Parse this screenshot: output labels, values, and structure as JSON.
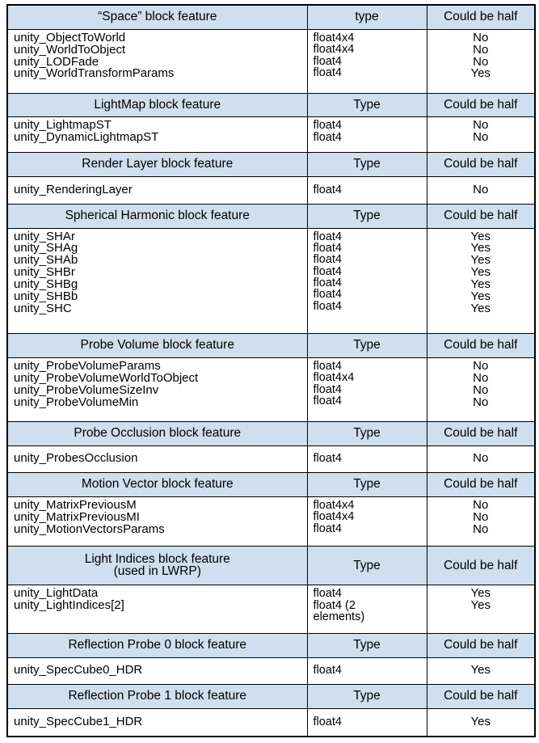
{
  "table": {
    "columns": [
      "\"Space\" block feature",
      "type",
      "Could be half"
    ],
    "sections": [
      {
        "header": {
          "name": "“Space” block feature",
          "type": "type",
          "half": "Could be half"
        },
        "rows": [
          {
            "name": "unity_ObjectToWorld",
            "type": "float4x4",
            "half": "No"
          },
          {
            "name": "unity_WorldToObject",
            "type": "float4x4",
            "half": "No"
          },
          {
            "name": "unity_LODFade",
            "type": "float4",
            "half": "No"
          },
          {
            "name": "unity_WorldTransformParams",
            "type": "float4",
            "half": "Yes"
          }
        ]
      },
      {
        "header": {
          "name": "LightMap block feature",
          "type": "Type",
          "half": "Could be half"
        },
        "rows": [
          {
            "name": "unity_LightmapST",
            "type": "float4",
            "half": "No"
          },
          {
            "name": "unity_DynamicLightmapST",
            "type": "float4",
            "half": "No"
          }
        ]
      },
      {
        "header": {
          "name": "Render Layer block feature",
          "type": "Type",
          "half": "Could be half"
        },
        "rows": [
          {
            "name": "unity_RenderingLayer",
            "type": "float4",
            "half": "No"
          }
        ]
      },
      {
        "header": {
          "name": "Spherical Harmonic block feature",
          "type": "Type",
          "half": "Could be half"
        },
        "rows": [
          {
            "name": "unity_SHAr",
            "type": "float4",
            "half": "Yes"
          },
          {
            "name": "unity_SHAg",
            "type": "float4",
            "half": "Yes"
          },
          {
            "name": "unity_SHAb",
            "type": "float4",
            "half": "Yes"
          },
          {
            "name": "unity_SHBr",
            "type": "float4",
            "half": "Yes"
          },
          {
            "name": "unity_SHBg",
            "type": "float4",
            "half": "Yes"
          },
          {
            "name": "unity_SHBb",
            "type": "float4",
            "half": "Yes"
          },
          {
            "name": "unity_SHC",
            "type": "float4",
            "half": "Yes"
          }
        ]
      },
      {
        "header": {
          "name": "Probe Volume block feature",
          "type": "Type",
          "half": "Could be half"
        },
        "rows": [
          {
            "name": "unity_ProbeVolumeParams",
            "type": "float4",
            "half": "No"
          },
          {
            "name": "unity_ProbeVolumeWorldToObject",
            "type": "float4x4",
            "half": "No"
          },
          {
            "name": "unity_ProbeVolumeSizeInv",
            "type": "float4",
            "half": "No"
          },
          {
            "name": "unity_ProbeVolumeMin",
            "type": "float4",
            "half": "No"
          }
        ]
      },
      {
        "header": {
          "name": "Probe Occlusion block feature",
          "type": "Type",
          "half": "Could be half"
        },
        "rows": [
          {
            "name": "unity_ProbesOcclusion",
            "type": "float4",
            "half": "No"
          }
        ]
      },
      {
        "header": {
          "name": "Motion Vector block feature",
          "type": "Type",
          "half": "Could be half"
        },
        "rows": [
          {
            "name": "unity_MatrixPreviousM",
            "type": "float4x4",
            "half": "No"
          },
          {
            "name": "unity_MatrixPreviousMI",
            "type": "float4x4",
            "half": "No"
          },
          {
            "name": "unity_MotionVectorsParams",
            "type": "float4",
            "half": "No"
          }
        ]
      },
      {
        "header": {
          "name": "Light Indices block feature\n(used in LWRP)",
          "type": "Type",
          "half": "Could be half"
        },
        "rows": [
          {
            "name": "unity_LightData",
            "type": "float4",
            "half": "Yes"
          },
          {
            "name": "unity_LightIndices[2]",
            "type": "float4 (2\nelements)",
            "half": "Yes"
          }
        ]
      },
      {
        "header": {
          "name": "Reflection Probe 0 block feature",
          "type": "Type",
          "half": "Could be half"
        },
        "rows": [
          {
            "name": "unity_SpecCube0_HDR",
            "type": "float4",
            "half": "Yes"
          }
        ]
      },
      {
        "header": {
          "name": "Reflection Probe 1 block feature",
          "type": "Type",
          "half": "Could be half"
        },
        "rows": [
          {
            "name": "unity_SpecCube1_HDR",
            "type": "float4",
            "half": "Yes"
          }
        ]
      }
    ]
  },
  "colors": {
    "header_background": "#cfdff0",
    "row_background": "#ffffff",
    "border": "#000000",
    "text": "#000000"
  }
}
